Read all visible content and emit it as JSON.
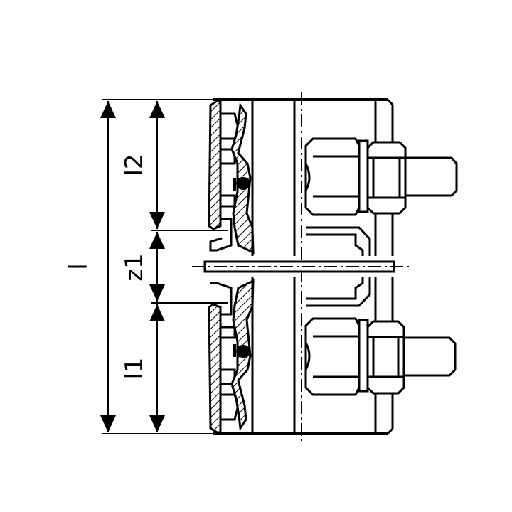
{
  "dimensions": {
    "total": "l",
    "upper": "l2",
    "gap": "z1",
    "lower": "l1"
  }
}
